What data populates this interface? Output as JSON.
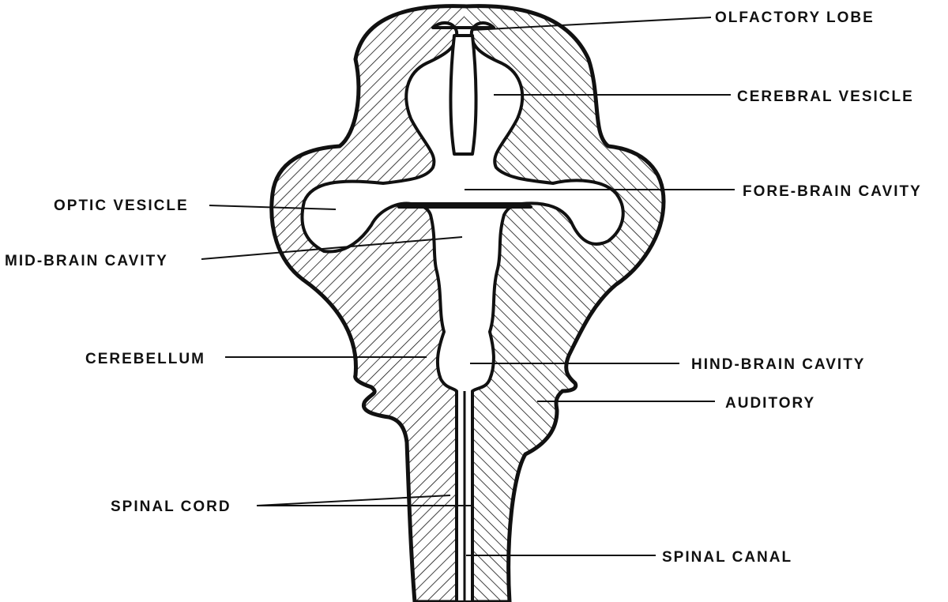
{
  "diagram": {
    "labels": {
      "olfactory_lobe": "OLFACTORY LOBE",
      "cerebral_vesicle": "CEREBRAL VESICLE",
      "fore_brain_cavity": "FORE-BRAIN CAVITY",
      "optic_vesicle": "OPTIC VESICLE",
      "mid_brain_cavity": "MID-BRAIN CAVITY",
      "cerebellum": "CEREBELLUM",
      "hind_brain_cavity": "HIND-BRAIN CAVITY",
      "auditory": "AUDITORY",
      "spinal_cord": "SPINAL CORD",
      "spinal_canal": "SPINAL CANAL"
    },
    "colors": {
      "ink": "#111111",
      "paper": "#ffffff"
    }
  }
}
